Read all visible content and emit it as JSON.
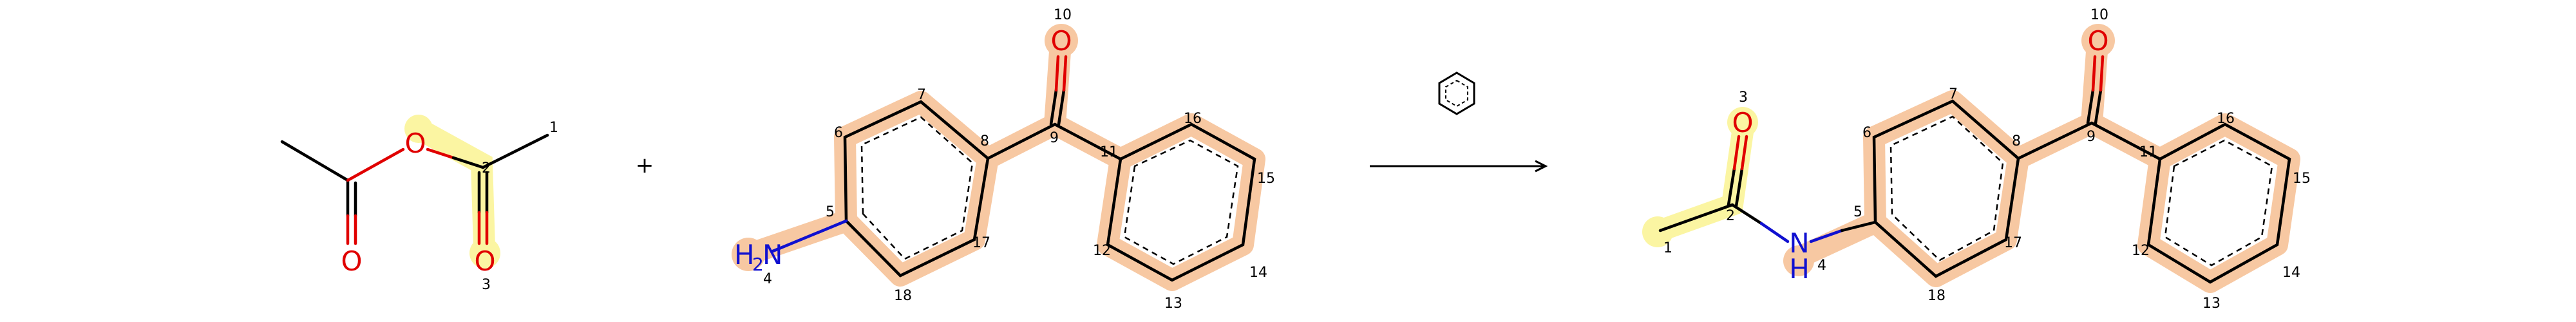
{
  "reaction": {
    "plus_sign": "+",
    "catalyst_icon": "benzene-ring"
  },
  "reactant1": {
    "atoms": {
      "o_ester": "O",
      "o_carbonyl_left": "O",
      "o_carbonyl_3": "O"
    },
    "indices": {
      "c1": "1",
      "c2": "2",
      "o3": "3"
    }
  },
  "reactant2": {
    "atoms": {
      "nh2_h": "H",
      "nh2_sub": "2",
      "nh2_n": "N",
      "o10": "O"
    },
    "indices": {
      "n4": "4",
      "c5": "5",
      "c6": "6",
      "c7": "7",
      "c8": "8",
      "c9": "9",
      "o10": "10",
      "c11": "11",
      "c12": "12",
      "c13": "13",
      "c14": "14",
      "c15": "15",
      "c16": "16",
      "c17": "17",
      "c18": "18"
    }
  },
  "product": {
    "atoms": {
      "o3": "O",
      "n": "N",
      "h": "H",
      "o10": "O"
    },
    "indices": {
      "c1": "1",
      "c2": "2",
      "o3": "3",
      "n4": "4",
      "c5": "5",
      "c6": "6",
      "c7": "7",
      "c8": "8",
      "c9": "9",
      "o10": "10",
      "c11": "11",
      "c12": "12",
      "c13": "13",
      "c14": "14",
      "c15": "15",
      "c16": "16",
      "c17": "17",
      "c18": "18"
    }
  },
  "colors": {
    "highlight_orange": "#f7c8a2",
    "highlight_yellow": "#fbf5a2",
    "oxygen": "#e00000",
    "nitrogen": "#1010d0"
  }
}
